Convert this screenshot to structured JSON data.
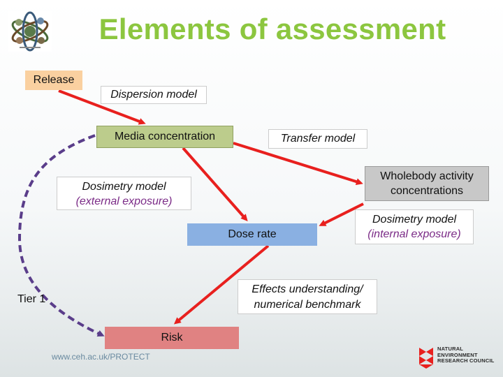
{
  "title": "Elements of assessment",
  "boxes": {
    "release": "Release",
    "media_concentration": "Media concentration",
    "wholebody": [
      "Wholebody activity",
      "concentrations"
    ],
    "dose_rate": "Dose rate",
    "risk": "Risk"
  },
  "labels": {
    "dispersion_model": "Dispersion model",
    "transfer_model": "Transfer model",
    "dosimetry_external": [
      "Dosimetry model",
      "(external exposure)"
    ],
    "dosimetry_internal": [
      "Dosimetry model",
      "(internal exposure)"
    ],
    "effects": [
      "Effects understanding/",
      "numerical benchmark"
    ],
    "tier": "Tier 1"
  },
  "footer": {
    "url": "www.ceh.ac.uk/PROTECT",
    "org_lines": [
      "NATURAL",
      "ENVIRONMENT",
      "RESEARCH COUNCIL"
    ]
  },
  "colors": {
    "title": "#8cc63f",
    "arrow_red": "#e8201e",
    "dash_purple": "#5a3d8a",
    "violet_text": "#7a2a86"
  }
}
